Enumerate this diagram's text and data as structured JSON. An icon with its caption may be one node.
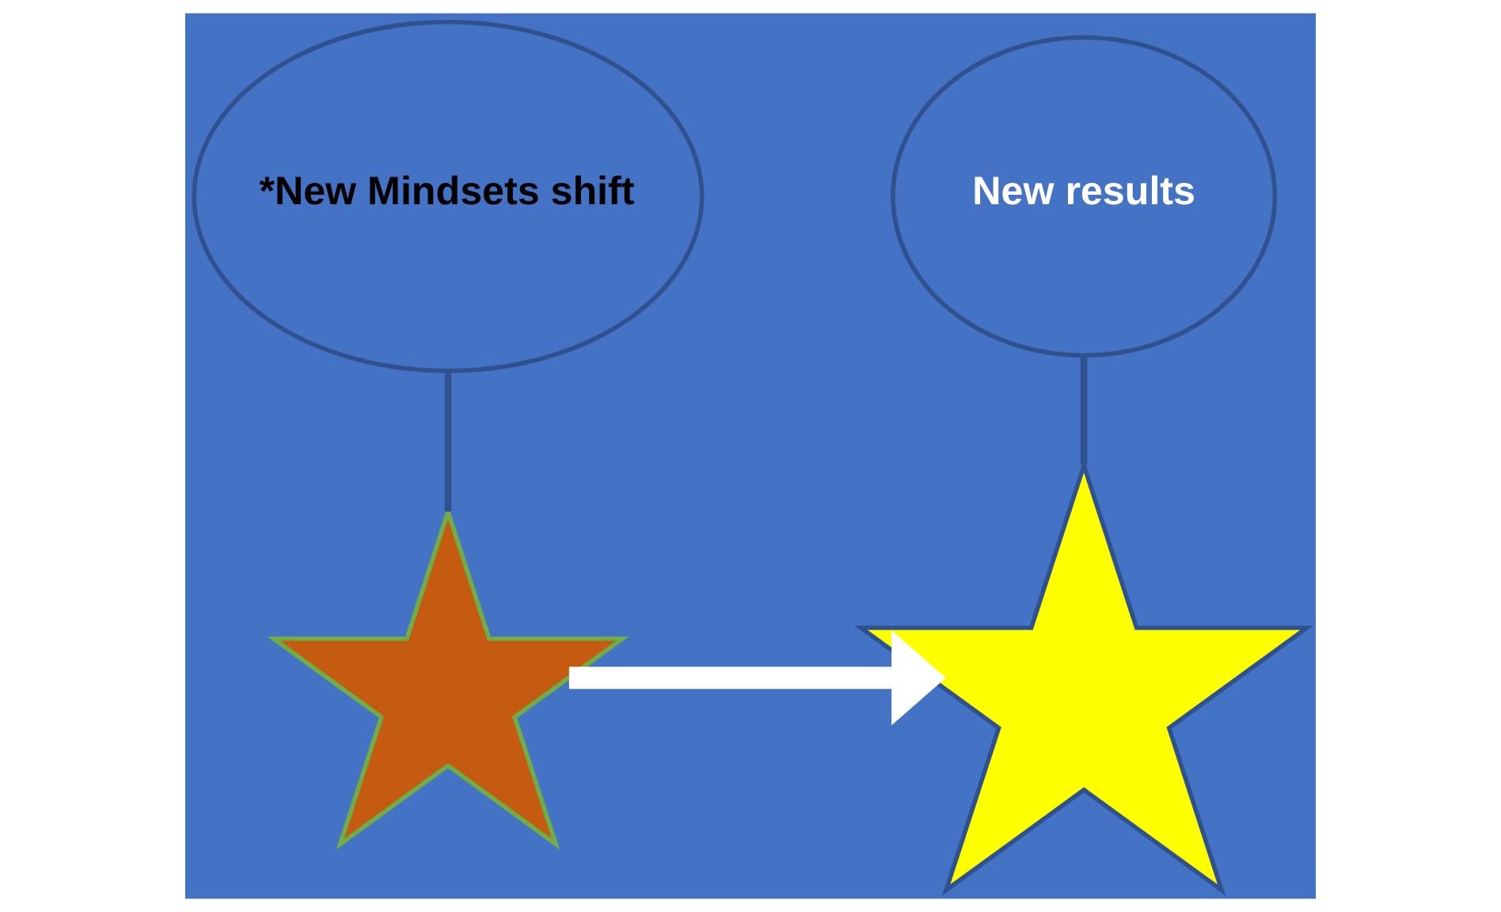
{
  "diagram": {
    "nodes": [
      {
        "text": [
          "*New Mindsets shift"
        ]
      },
      {
        "text": [
          "New results"
        ]
      },
      {
        "text": [],
        "shape": "star"
      },
      {
        "text": [],
        "shape": "star"
      }
    ],
    "edges": [
      {
        "from": 0,
        "to": 2,
        "arrow": "none",
        "color": "#2f528f"
      },
      {
        "from": 1,
        "to": 3,
        "arrow": "none",
        "color": "#2f528f"
      },
      {
        "from": 2,
        "to": 3,
        "arrow": "to",
        "style": "thick",
        "color": "#ffffff"
      }
    ]
  }
}
